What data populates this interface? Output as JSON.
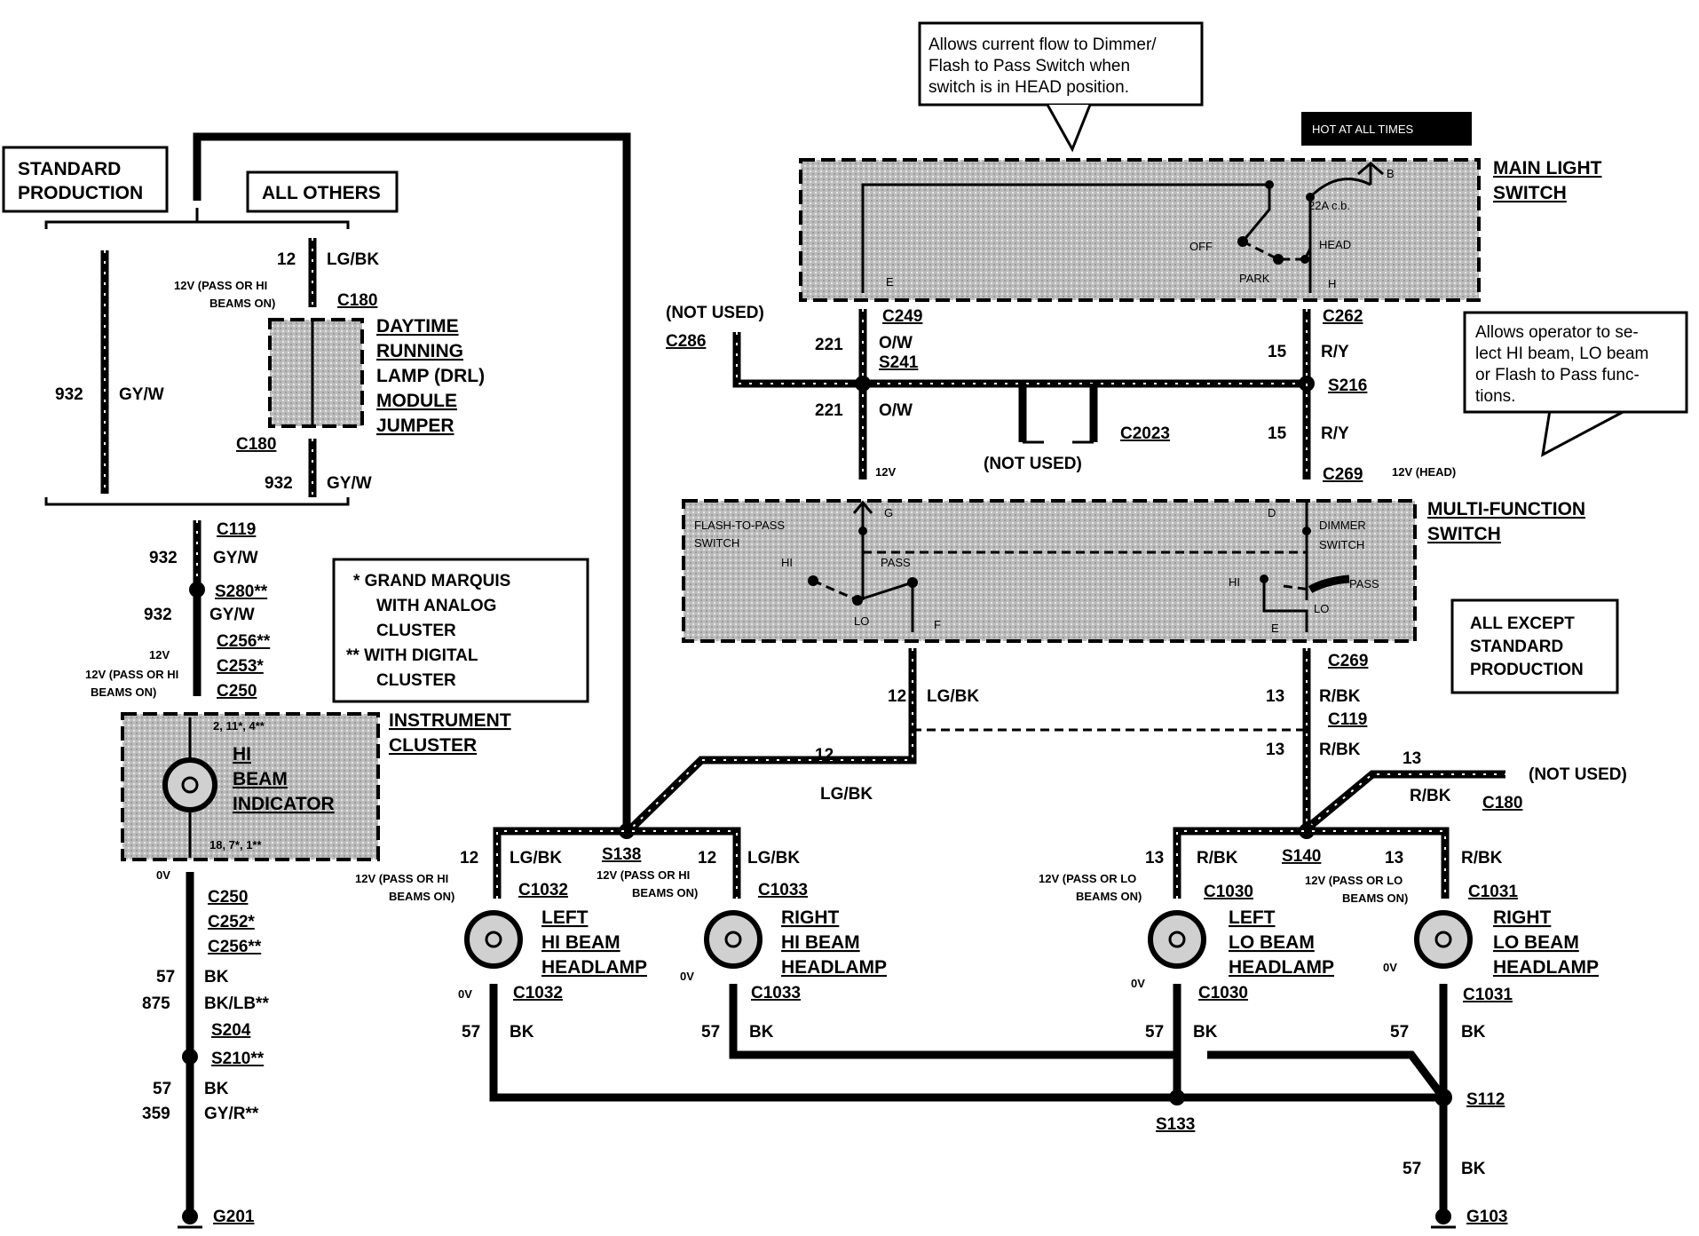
{
  "notes": {
    "dimmer_note": [
      "Allows current flow to Dimmer/",
      "Flash to Pass Switch when",
      "switch is in HEAD position."
    ],
    "multi_note": [
      "Allows operator to se-",
      "lect HI beam, LO beam",
      "or Flash to Pass func-",
      "tions."
    ],
    "hot": "HOT AT ALL TIMES"
  },
  "boxes": {
    "standard_production": [
      "STANDARD",
      "PRODUCTION"
    ],
    "all_others": "ALL OTHERS",
    "grand_marquis": [
      "*  GRAND MARQUIS",
      "WITH ANALOG",
      "CLUSTER",
      "** WITH DIGITAL",
      "CLUSTER"
    ],
    "all_except": [
      "ALL EXCEPT",
      "STANDARD",
      "PRODUCTION"
    ]
  },
  "components": {
    "main_light_switch": [
      "MAIN LIGHT",
      "SWITCH"
    ],
    "multi_function_switch": [
      "MULTI-FUNCTION",
      "SWITCH"
    ],
    "drl": [
      "DAYTIME",
      "RUNNING",
      "LAMP (DRL)",
      "MODULE",
      "JUMPER"
    ],
    "instrument_cluster": [
      "INSTRUMENT",
      "CLUSTER"
    ],
    "hi_beam_indicator": [
      "HI",
      "BEAM",
      "INDICATOR"
    ],
    "left_hi": [
      "LEFT",
      "HI BEAM",
      "HEADLAMP"
    ],
    "right_hi": [
      "RIGHT",
      "HI BEAM",
      "HEADLAMP"
    ],
    "left_lo": [
      "LEFT",
      "LO BEAM",
      "HEADLAMP"
    ],
    "right_lo": [
      "RIGHT",
      "LO BEAM",
      "HEADLAMP"
    ],
    "flash_to_pass": [
      "FLASH-TO-PASS",
      "SWITCH"
    ],
    "dimmer_switch": [
      "DIMMER",
      "SWITCH"
    ]
  },
  "switch_labels": {
    "b": "B",
    "cb": "22A c.b.",
    "off": "OFF",
    "head": "HEAD",
    "park": "PARK",
    "e": "E",
    "h": "H",
    "g": "G",
    "d": "D",
    "hi": "HI",
    "pass": "PASS",
    "lo": "LO",
    "f": "F",
    "e2": "E",
    "ind_top": "2, 11*, 4**",
    "ind_bot": "18, 7*, 1**"
  },
  "connectors": {
    "c180a": "C180",
    "c180b": "C180",
    "c119a": "C119",
    "s280": "S280**",
    "c256a": "C256**",
    "c253": "C253*",
    "c250a": "C250",
    "c250b": "C250",
    "c252": "C252*",
    "c256b": "C256**",
    "s204": "S204",
    "s210": "S210**",
    "g201": "G201",
    "c286": "C286",
    "c249": "C249",
    "s241": "S241",
    "c262": "C262",
    "s216": "S216",
    "c2023": "C2023",
    "c269a": "C269",
    "c269b": "C269",
    "c119b": "C119",
    "c180c": "C180",
    "s138": "S138",
    "s140": "S140",
    "c1032a": "C1032",
    "c1033a": "C1033",
    "c1030a": "C1030",
    "c1031a": "C1031",
    "c1032b": "C1032",
    "c1033b": "C1033",
    "c1030b": "C1030",
    "c1031b": "C1031",
    "s133": "S133",
    "s112": "S112",
    "g103": "G103"
  },
  "wires": {
    "w932a": "932",
    "gyw": "GY/W",
    "w12": "12",
    "lgbk": "LG/BK",
    "w932b": "932",
    "w932c": "932",
    "w932d": "932",
    "w57": "57",
    "bk": "BK",
    "w875": "875",
    "bklb": "BK/LB**",
    "w359": "359",
    "gyr": "GY/R**",
    "w221": "221",
    "ow": "O/W",
    "w15": "15",
    "ry": "R/Y",
    "w13": "13",
    "rbk": "R/BK"
  },
  "voltages": {
    "v12_pass_hi": [
      "12V (PASS OR HI",
      "BEAMS ON)"
    ],
    "v12_pass_lo": [
      "12V (PASS OR LO",
      "BEAMS ON)"
    ],
    "v12": "12V",
    "v12_head": "12V (HEAD)",
    "v0": "0V",
    "not_used": "(NOT USED)"
  }
}
